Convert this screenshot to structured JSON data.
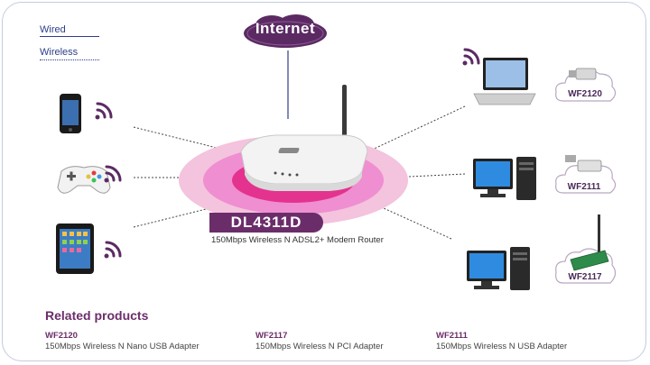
{
  "legend": {
    "wired": "Wired",
    "wireless": "Wireless"
  },
  "internet": {
    "label": "Internet"
  },
  "router": {
    "model": "DL4311D",
    "description": "150Mbps Wireless N ADSL2+ Modem Router"
  },
  "clients_left": [
    {
      "icon": "smartphone-icon"
    },
    {
      "icon": "gamepad-icon"
    },
    {
      "icon": "tablet-icon"
    }
  ],
  "clients_right": [
    {
      "device": "laptop-icon",
      "adapter": "WF2120"
    },
    {
      "device": "desktop-pc-icon",
      "adapter": "WF2111"
    },
    {
      "device": "desktop-pc-icon",
      "adapter": "WF2117"
    }
  ],
  "related": {
    "title": "Related products",
    "items": [
      {
        "name": "WF2120",
        "desc": "150Mbps Wireless N Nano USB Adapter"
      },
      {
        "name": "WF2117",
        "desc": "150Mbps Wireless N PCI Adapter"
      },
      {
        "name": "WF2111",
        "desc": "150Mbps Wireless N USB Adapter"
      }
    ]
  },
  "colors": {
    "accent": "#6b2d6a",
    "legend": "#2d3d8c",
    "ring_outer": "#f4c3dd",
    "ring_mid": "#ef8ed0",
    "ring_inner": "#e3338f"
  }
}
